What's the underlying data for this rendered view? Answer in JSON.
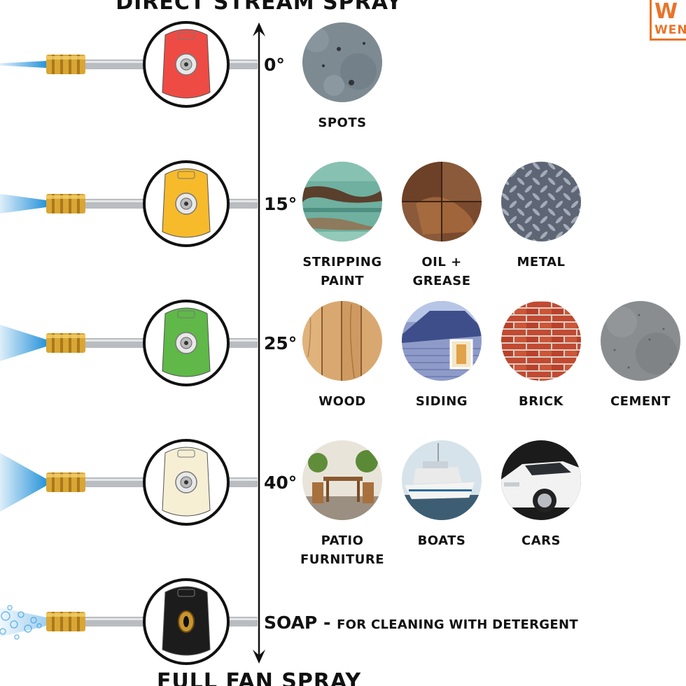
{
  "headings": {
    "top": "DIRECT STREAM SPRAY",
    "bottom": "FULL FAN SPRAY"
  },
  "logo": {
    "text": "WEN",
    "color": "#e8742a"
  },
  "nozzles": [
    {
      "id": "0",
      "degree_label": "0°",
      "tip_color": "#ee4b44",
      "spray": "stream",
      "surfaces": [
        {
          "name": "spots",
          "label": "SPOTS",
          "icon": "concrete-spots-photo"
        }
      ]
    },
    {
      "id": "15",
      "degree_label": "15°",
      "tip_color": "#f7ba2b",
      "spray": "narrow",
      "surfaces": [
        {
          "name": "stripping-paint",
          "label": "STRIPPING\nPAINT",
          "icon": "peeling-paint-photo"
        },
        {
          "name": "oil-grease",
          "label": "OIL +\nGREASE",
          "icon": "oil-stain-photo"
        },
        {
          "name": "metal",
          "label": "METAL",
          "icon": "diamond-plate-photo"
        }
      ]
    },
    {
      "id": "25",
      "degree_label": "25°",
      "tip_color": "#5fb848",
      "spray": "medium",
      "surfaces": [
        {
          "name": "wood",
          "label": "WOOD",
          "icon": "wood-planks-photo"
        },
        {
          "name": "siding",
          "label": "SIDING",
          "icon": "house-siding-photo"
        },
        {
          "name": "brick",
          "label": "BRICK",
          "icon": "brick-wall-photo"
        },
        {
          "name": "cement",
          "label": "CEMENT",
          "icon": "cement-photo"
        }
      ]
    },
    {
      "id": "40",
      "degree_label": "40°",
      "tip_color": "#f6efd4",
      "spray": "wide",
      "surfaces": [
        {
          "name": "patio-furniture",
          "label": "PATIO\nFURNITURE",
          "icon": "patio-furniture-photo"
        },
        {
          "name": "boats",
          "label": "BOATS",
          "icon": "boats-photo"
        },
        {
          "name": "cars",
          "label": "CARS",
          "icon": "car-photo"
        }
      ]
    },
    {
      "id": "soap",
      "degree_label": "",
      "tip_color": "#1c1c1c",
      "spray": "foam",
      "surfaces": []
    }
  ],
  "soap": {
    "label": "SOAP",
    "dash": " - ",
    "description": "FOR CLEANING WITH DETERGENT"
  },
  "colors": {
    "spray": "#1f8fd8",
    "brass": "#d9a634",
    "shaft": "#b9bcc0",
    "text": "#111111"
  }
}
